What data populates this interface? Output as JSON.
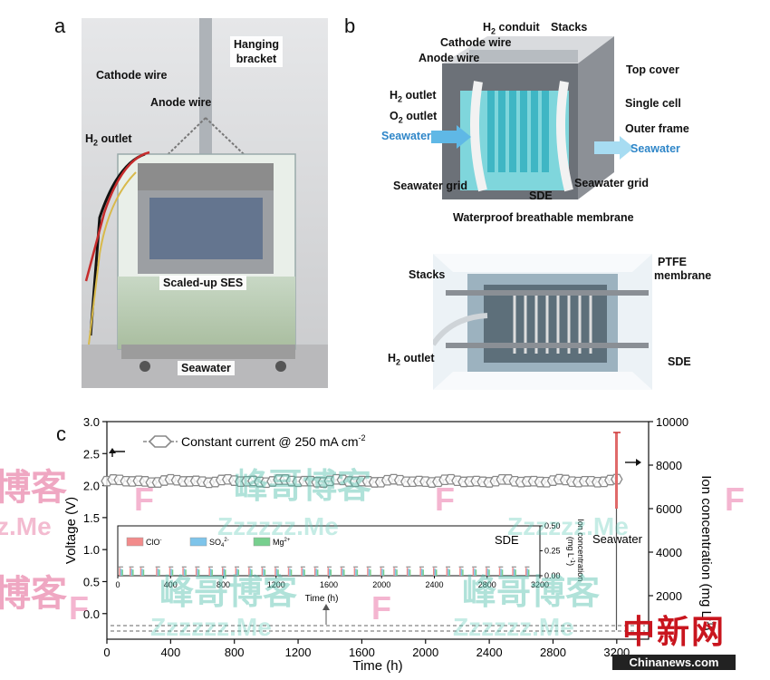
{
  "panels": {
    "a": "a",
    "b": "b",
    "c": "c"
  },
  "panel_a": {
    "labels": {
      "hanging_bracket_1": "Hanging",
      "hanging_bracket_2": "bracket",
      "cathode_wire": "Cathode wire",
      "anode_wire": "Anode wire",
      "h2_outlet": "H",
      "h2_outlet_sub": "2",
      "h2_outlet_tail": " outlet",
      "scaled_up_ses": "Scaled-up SES",
      "seawater": "Seawater"
    }
  },
  "panel_b_top": {
    "labels": {
      "h2_conduit": "H",
      "h2_conduit_sub": "2",
      "h2_conduit_tail": " conduit",
      "stacks": "Stacks",
      "cathode_wire": "Cathode wire",
      "anode_wire": "Anode wire",
      "top_cover": "Top cover",
      "h2_outlet": "H",
      "h2_outlet_sub": "2",
      "h2_outlet_tail": " outlet",
      "single_cell": "Single cell",
      "o2_outlet": "O",
      "o2_outlet_sub": "2",
      "o2_outlet_tail": " outlet",
      "outer_frame": "Outer frame",
      "seawater_left": "Seawater",
      "seawater_right": "Seawater",
      "seawater_grid_left": "Seawater grid",
      "sde": "SDE",
      "seawater_grid_right": "Seawater grid",
      "membrane": "Waterproof breathable membrane"
    }
  },
  "panel_b_bottom": {
    "labels": {
      "stacks": "Stacks",
      "ptfe_1": "PTFE",
      "ptfe_2": "membrane",
      "h2_outlet": "H",
      "h2_outlet_sub": "2",
      "h2_outlet_tail": " outlet",
      "sde": "SDE"
    }
  },
  "chart_data": {
    "type": "line",
    "xlabel": "Time (h)",
    "ylabel": "Voltage (V)",
    "y2label": "Ion concentration (mg L",
    "y2label_sup": "-1",
    "y2label_tail": ")",
    "xlim": [
      0,
      3400
    ],
    "ylim": [
      -0.4,
      3.0
    ],
    "y2lim": [
      0,
      10000
    ],
    "xticks": [
      "0",
      "400",
      "800",
      "1200",
      "1600",
      "2000",
      "2400",
      "2800",
      "3200"
    ],
    "yticks": [
      "0.0",
      "0.5",
      "1.0",
      "1.5",
      "2.0",
      "2.5",
      "3.0"
    ],
    "y2ticks": [
      "2000",
      "4000",
      "6000",
      "8000",
      "10000"
    ],
    "legend": "Constant current @ 250 mA cm",
    "legend_sup": "-2",
    "voltage": {
      "x_start": 0,
      "x_end": 3200,
      "y": 2.07,
      "ripple": 0.03
    },
    "seawater_label": "Seawater",
    "seawater_bar": {
      "x": 3400,
      "value": 9500,
      "low": 6000
    },
    "inset": {
      "title": "SDE",
      "xlabel": "Time (h)",
      "ylabel": "Ion concentration",
      "ylabel2": "(mg L",
      "ylabel2_sup": "-1",
      "ylabel2_tail": ")",
      "xlim": [
        0,
        3200
      ],
      "ylim": [
        0,
        0.5
      ],
      "xticks": [
        "0",
        "400",
        "800",
        "1200",
        "1600",
        "2000",
        "2400",
        "2800",
        "3200"
      ],
      "yticks": [
        "0.00",
        "0.25",
        "0.50"
      ],
      "legend": [
        {
          "name": "ClO",
          "sup": "-",
          "color": "#f28b8b"
        },
        {
          "name": "SO",
          "sub": "4",
          "sup": "2-",
          "color": "#7ec4ea"
        },
        {
          "name": "Mg",
          "sup": "2+",
          "color": "#77cf8e"
        }
      ],
      "sample_times": [
        20,
        100,
        180,
        300,
        400,
        500,
        600,
        700,
        800,
        900,
        1000,
        1100,
        1200,
        1300,
        1400,
        1500,
        1600,
        1700,
        1800,
        1900,
        2000,
        2100,
        2200,
        2300,
        2400,
        2500,
        2600,
        2700,
        2800,
        2900,
        3000,
        3100
      ],
      "sample_value": 0.08
    }
  },
  "watermarks": [
    "博客",
    "峰哥博客",
    "F",
    "Zzzzzz.Me",
    "z.Me"
  ],
  "logo": {
    "text": "中新网",
    "site": "Chinanews.com"
  }
}
